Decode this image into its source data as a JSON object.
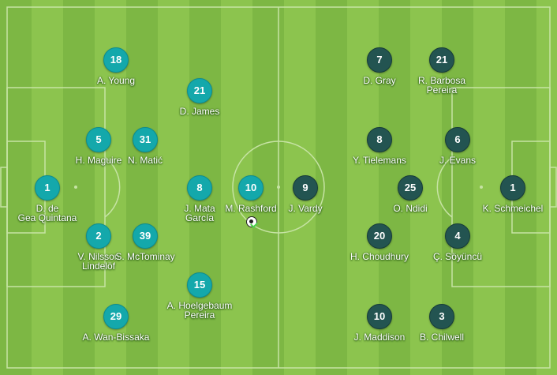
{
  "colors": {
    "grass_light": "#8cc44e",
    "grass_dark": "#7db744",
    "lines": "#c6e3a4",
    "home_team": "#14a8ab",
    "away_team": "#235451"
  },
  "home_team": {
    "players": [
      {
        "number": "1",
        "name": "D. de\nGea Quintana"
      },
      {
        "number": "18",
        "name": "A. Young"
      },
      {
        "number": "5",
        "name": "H. Maguire"
      },
      {
        "number": "2",
        "name": "V. Nilsson\nLindelöf"
      },
      {
        "number": "29",
        "name": "A. Wan-Bissaka"
      },
      {
        "number": "31",
        "name": "N. Matić"
      },
      {
        "number": "39",
        "name": "S. McTominay"
      },
      {
        "number": "21",
        "name": "D. James"
      },
      {
        "number": "8",
        "name": "J. Mata\nGarcía"
      },
      {
        "number": "15",
        "name": "A. Hoelgebaum\nPereira"
      },
      {
        "number": "10",
        "name": "M. Rashford"
      }
    ]
  },
  "away_team": {
    "players": [
      {
        "number": "1",
        "name": "K. Schmeichel"
      },
      {
        "number": "6",
        "name": "J. Evans"
      },
      {
        "number": "4",
        "name": "Ç. Söyüncü"
      },
      {
        "number": "21",
        "name": "R. Barbosa\nPereira"
      },
      {
        "number": "3",
        "name": "B. Chilwell"
      },
      {
        "number": "25",
        "name": "O. Ndidi"
      },
      {
        "number": "7",
        "name": "D. Gray"
      },
      {
        "number": "8",
        "name": "Y. Tielemans"
      },
      {
        "number": "20",
        "name": "H. Choudhury"
      },
      {
        "number": "10",
        "name": "J. Maddison"
      },
      {
        "number": "9",
        "name": "J. Vardy"
      }
    ]
  },
  "ball_icon": "football-icon"
}
